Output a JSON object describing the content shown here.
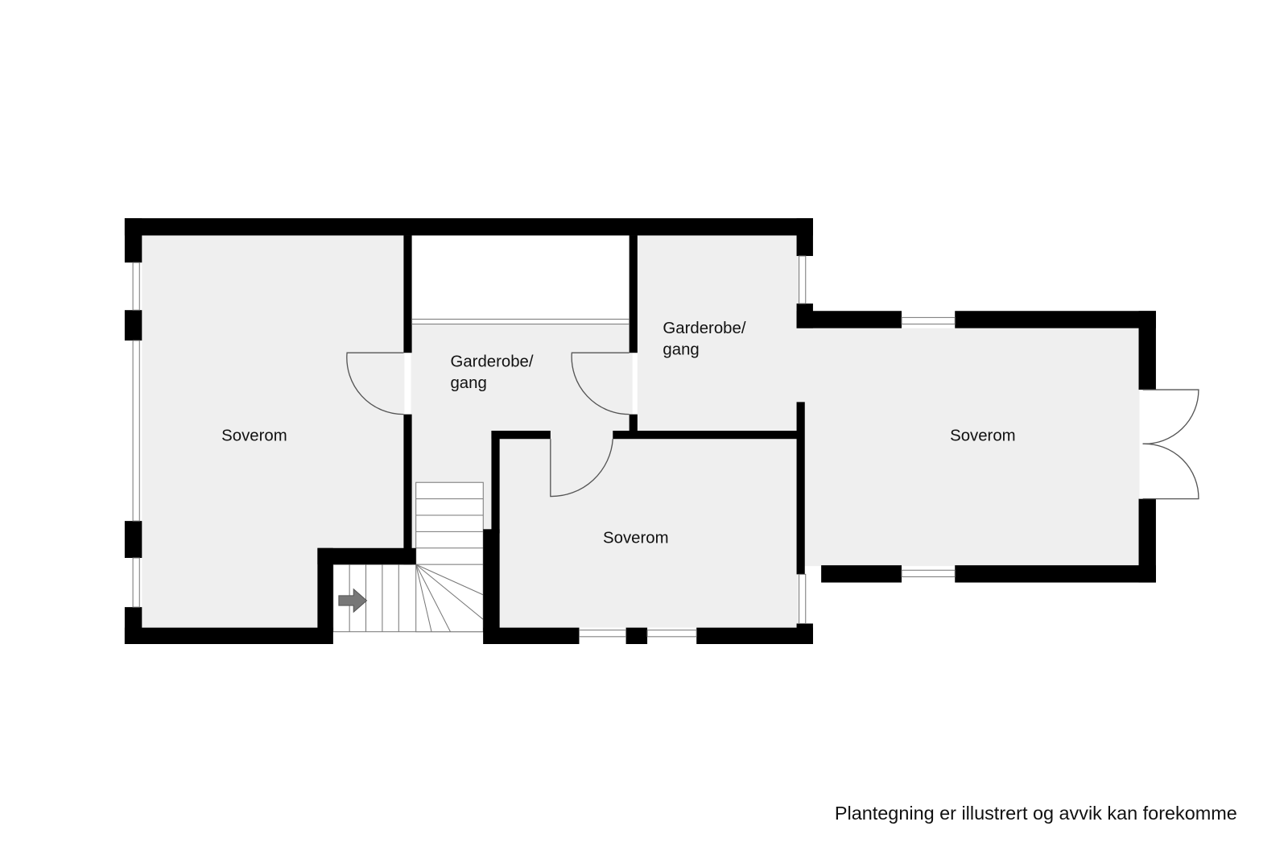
{
  "floorplan": {
    "rooms": [
      {
        "label": "Soverom"
      },
      {
        "label_line1": "Garderobe/",
        "label_line2": "gang"
      },
      {
        "label_line1": "Garderobe/",
        "label_line2": "gang"
      },
      {
        "label": "Soverom"
      },
      {
        "label": "Soverom"
      }
    ],
    "disclaimer": "Plantegning er illustrert og avvik kan forekomme",
    "colors": {
      "wall": "#000000",
      "floor": "#efefef",
      "stair_arrow": "#777777"
    }
  }
}
